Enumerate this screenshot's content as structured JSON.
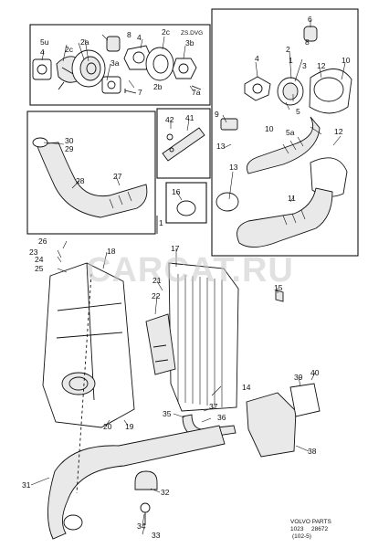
{
  "labels": {
    "l_5u": "5u",
    "l_2a": "2a",
    "l_2c_top": "2c",
    "l_2c_bot": "2c",
    "l_3a": "3a",
    "l_3b": "3b",
    "l_2b": "2b",
    "l_4a": "4",
    "l_4b": "4",
    "l_8a": "8",
    "l_8b": "8",
    "l_7a": "7",
    "l_7b": "7a",
    "l_zsdvg": "ZS.DVG",
    "l_1": "1",
    "l_2": "2",
    "l_3": "3",
    "l_4c": "4",
    "l_5": "5",
    "l_5a": "5a",
    "l_6": "6",
    "l_9": "9",
    "l_10a": "10",
    "l_10b": "10",
    "l_11": "11",
    "l_12a": "12",
    "l_12b": "12",
    "l_13a": "13",
    "l_13b": "13",
    "l_27": "27",
    "l_28": "28",
    "l_29": "29",
    "l_30": "30",
    "l_41": "41",
    "l_42": "42",
    "l_16": "16",
    "l_17": "17",
    "l_18": "18",
    "l_19": "19",
    "l_20": "20",
    "l_21": "21",
    "l_22": "22",
    "l_23": "23",
    "l_24": "24",
    "l_25": "25",
    "l_26": "26",
    "l_14": "14",
    "l_15": "15",
    "l_35": "35",
    "l_36": "36",
    "l_37": "37",
    "l_38": "38",
    "l_39": "39",
    "l_40": "40",
    "l_31": "31",
    "l_32": "32",
    "l_33": "33",
    "l_34": "34"
  },
  "caption": {
    "line1": "VOLVO PARTS",
    "line2_left": "1023",
    "line2_right": "28672",
    "line3": "(102-5)"
  },
  "watermark": "CARCAT.RU"
}
